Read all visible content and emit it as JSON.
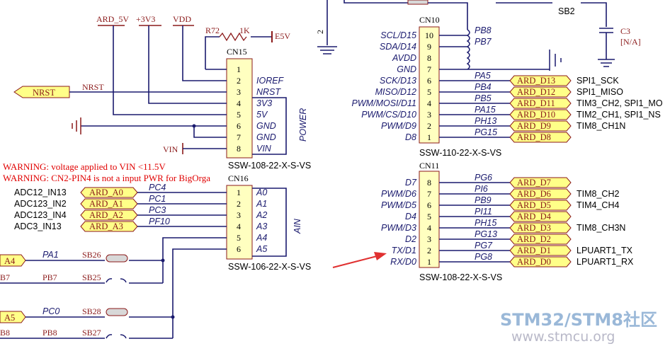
{
  "power_labels": {
    "ard5v": "ARD_5V",
    "v3": "+3V3",
    "vdd": "VDD",
    "r72": "R72",
    "r72_val": "1K",
    "e5v": "E5V",
    "vin": "VIN"
  },
  "nrst_tag": "NRST",
  "nrst_net": "NRST",
  "cn15": {
    "ref": "CN15",
    "part": "SSW-108-22-X-S-VS",
    "group": "POWER",
    "pins": [
      "1",
      "2",
      "3",
      "4",
      "5",
      "6",
      "7",
      "8"
    ],
    "names": [
      "",
      "IOREF",
      "NRST",
      "3V3",
      "5V",
      "GND",
      "GND",
      "VIN"
    ]
  },
  "cn16": {
    "ref": "CN16",
    "part": "SSW-106-22-X-S-VS",
    "group": "AIN",
    "pins": [
      "1",
      "2",
      "3",
      "4",
      "5",
      "6"
    ],
    "names": [
      "A0",
      "A1",
      "A2",
      "A3",
      "A4",
      "A5"
    ],
    "nets": [
      "PC4",
      "PC1",
      "PC3",
      "PF10"
    ],
    "tags": [
      "ARD_A0",
      "ARD_A1",
      "ARD_A2",
      "ARD_A3"
    ],
    "funcs": [
      "ADC12_IN13",
      "ADC123_IN2",
      "ADC123_IN4",
      "ADC3_IN13"
    ]
  },
  "warnings": [
    "WARNING: voltage applied to VIN <11.5V",
    "WARNING: CN2-PIN4 is not a input PWR for BigOrga"
  ],
  "bottom_left": {
    "a4": "A4",
    "a5": "A5",
    "b7": "B7",
    "b8": "B8",
    "pa1": "PA1",
    "pb7": "PB7",
    "pc0": "PC0",
    "pb8": "PB8",
    "sb26": "SB26",
    "sb25": "SB25",
    "sb28": "SB28",
    "sb27": "SB27"
  },
  "top_right": {
    "sb2": "SB2",
    "c3": "C3",
    "c3_val": "[N/A]",
    "two": "2"
  },
  "cn10": {
    "ref": "CN10",
    "part": "SSW-110-22-X-S-VS",
    "pins": [
      "10",
      "9",
      "8",
      "7",
      "6",
      "5",
      "4",
      "3",
      "2",
      "1"
    ],
    "names": [
      "SCL/D15",
      "SDA/D14",
      "AVDD",
      "GND",
      "SCK/D13",
      "MISO/D12",
      "PWM/MOSI/D11",
      "PWM/CS/D10",
      "PWM/D9",
      "D8"
    ],
    "nets": [
      "PB8",
      "PB7",
      "",
      "",
      "PA5",
      "PB4",
      "PB5",
      "PA15",
      "PH13",
      "PG15"
    ],
    "tags": [
      "",
      "",
      "",
      "",
      "ARD_D13",
      "ARD_D12",
      "ARD_D11",
      "ARD_D10",
      "ARD_D9",
      "ARD_D8"
    ],
    "funcs": [
      "",
      "",
      "",
      "",
      "SPI1_SCK",
      "SPI1_MISO",
      "TIM3_CH2, SPI1_MO",
      "TIM2_CH1, SPI1_NS",
      "TIM8_CH1N",
      ""
    ]
  },
  "cn11": {
    "ref": "CN11",
    "part": "SSW-108-22-X-S-VS",
    "pins": [
      "8",
      "7",
      "6",
      "5",
      "4",
      "3",
      "2",
      "1"
    ],
    "names": [
      "D7",
      "PWM/D6",
      "PWM/D5",
      "D4",
      "PWM/D3",
      "D2",
      "TX/D1",
      "RX/D0"
    ],
    "nets": [
      "PG6",
      "PI6",
      "PB9",
      "PI11",
      "PH15",
      "PG13",
      "PG7",
      "PG8"
    ],
    "tags": [
      "ARD_D7",
      "ARD_D6",
      "ARD_D5",
      "ARD_D4",
      "ARD_D3",
      "ARD_D2",
      "ARD_D1",
      "ARD_D0"
    ],
    "funcs": [
      "",
      "TIM8_CH2",
      "TIM4_CH4",
      "",
      "TIM8_CH3N",
      "",
      "LPUART1_TX",
      "LPUART1_RX"
    ]
  },
  "watermark": {
    "line1": "STM32/STM8社区",
    "line2": "www.stmcu.org"
  },
  "colors": {
    "wire": "#1a1a6e",
    "label": "#8b1a1a",
    "tag_fill": "#ffff88",
    "body_fill": "#ffffc0",
    "warning": "#e00000",
    "arrow": "#e03030",
    "watermark": "#9ab8d8"
  }
}
